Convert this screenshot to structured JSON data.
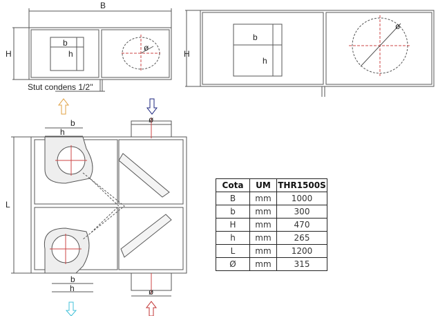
{
  "top_view_left": {
    "B": "B",
    "H": "H",
    "b": "b",
    "h": "h",
    "radius": "ø",
    "note": "Stut condens 1/2''"
  },
  "top_view_right": {
    "H": "H",
    "b": "b",
    "h": "h",
    "radius": "ø"
  },
  "plan_view": {
    "b_top": "b",
    "h_top": "h",
    "b_bottom": "b",
    "h_bottom": "h",
    "L": "L",
    "dia_top": "ø",
    "dia_bottom": "ø"
  },
  "arrow_colors": {
    "supply_in": "#e0a040",
    "exhaust_in": "#1a237e",
    "supply_out": "#40c0d8",
    "exhaust_out": "#c03030"
  },
  "table": {
    "headers": [
      "Cota",
      "UM",
      "THR1500S"
    ],
    "rows": [
      [
        "B",
        "mm",
        "1000"
      ],
      [
        "b",
        "mm",
        "300"
      ],
      [
        "H",
        "mm",
        "470"
      ],
      [
        "h",
        "mm",
        "265"
      ],
      [
        "L",
        "mm",
        "1200"
      ],
      [
        "Ø",
        "mm",
        "315"
      ]
    ]
  }
}
